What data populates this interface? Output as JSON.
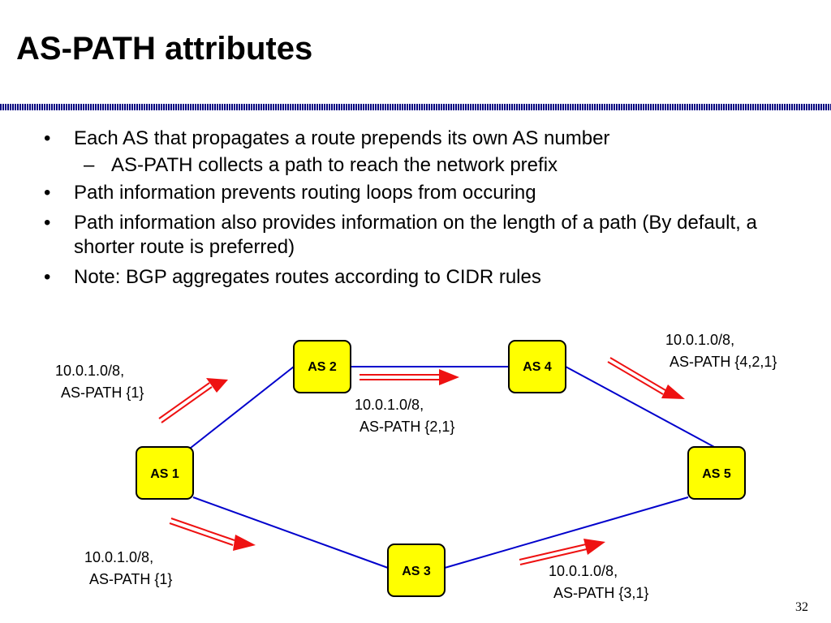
{
  "title": "AS-PATH attributes",
  "bullets": [
    {
      "marker": "•",
      "text": "Each AS that propagates a route prepends its own AS number",
      "level": 1
    },
    {
      "marker": "–",
      "text": "AS-PATH collects a path to reach the network prefix",
      "level": 2
    },
    {
      "marker": "•",
      "text": "Path information prevents routing loops from occuring",
      "level": 1
    },
    {
      "marker": "•",
      "text": "Path information also provides information on the length of a path (By default, a shorter route is preferred)",
      "level": 1
    },
    {
      "marker": "•",
      "text": "Note: BGP aggregates routes according to CIDR rules",
      "level": 1
    }
  ],
  "diagram": {
    "nodes": [
      {
        "id": "as1",
        "label": "AS 1"
      },
      {
        "id": "as2",
        "label": "AS 2"
      },
      {
        "id": "as3",
        "label": "AS 3"
      },
      {
        "id": "as4",
        "label": "AS 4"
      },
      {
        "id": "as5",
        "label": "AS 5"
      }
    ],
    "links": [
      {
        "from": "as1",
        "to": "as2"
      },
      {
        "from": "as2",
        "to": "as4"
      },
      {
        "from": "as4",
        "to": "as5"
      },
      {
        "from": "as1",
        "to": "as3"
      },
      {
        "from": "as3",
        "to": "as5"
      }
    ],
    "annotations": [
      {
        "id": "ann-as1-as2",
        "line1": "10.0.1.0/8,",
        "line2": "AS-PATH {1}"
      },
      {
        "id": "ann-as2-as4",
        "line1": "10.0.1.0/8,",
        "line2": "AS-PATH {2,1}"
      },
      {
        "id": "ann-as4-as5",
        "line1": "10.0.1.0/8,",
        "line2": "AS-PATH {4,2,1}"
      },
      {
        "id": "ann-as1-as3",
        "line1": "10.0.1.0/8,",
        "line2": "AS-PATH {1}"
      },
      {
        "id": "ann-as3-as5",
        "line1": "10.0.1.0/8,",
        "line2": "AS-PATH {3,1}"
      }
    ],
    "colors": {
      "node_fill": "#ffff00",
      "node_stroke": "#000000",
      "link": "#0000cc",
      "arrow": "#ee1111"
    }
  },
  "page_number": "32"
}
